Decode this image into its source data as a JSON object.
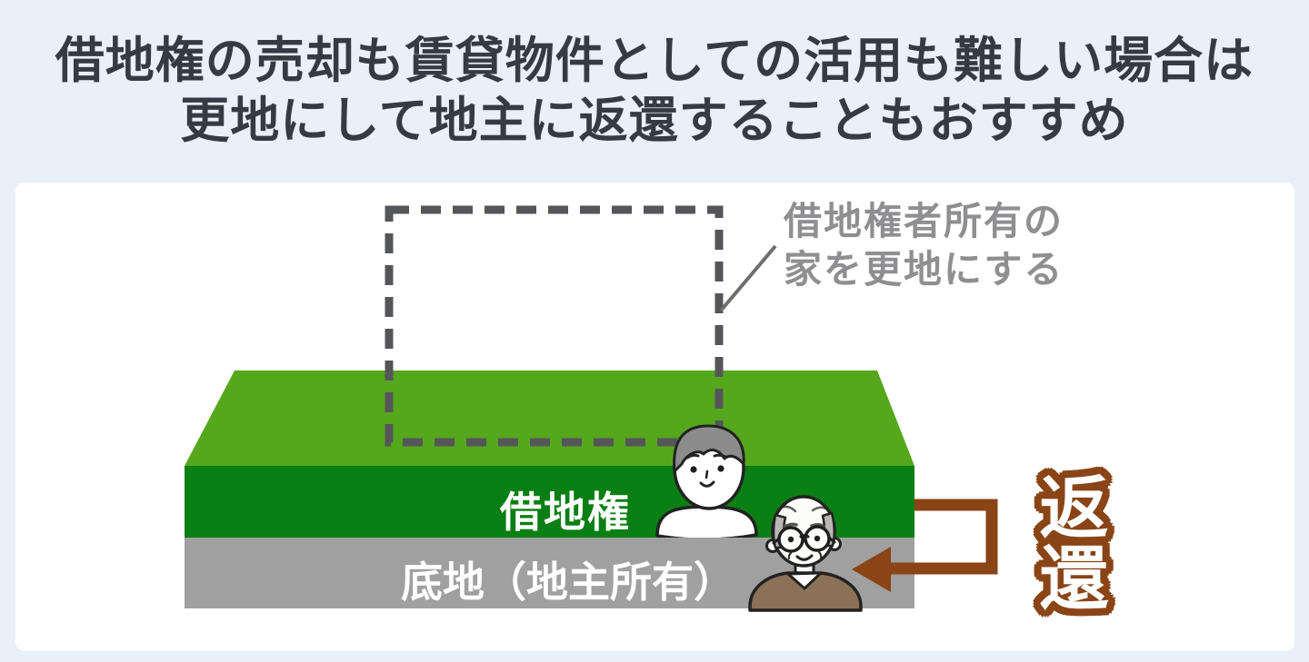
{
  "title": {
    "line1": "借地権の売却も賃貸物件としての活用も難しい場合は",
    "line2": "更地にして地主に返還することもおすすめ"
  },
  "diagram": {
    "annotation": {
      "line1": "借地権者所有の",
      "line2": "家を更地にする"
    },
    "leasehold_label": "借地権",
    "land_label": "底地（地主所有）",
    "return_label": "返還",
    "colors": {
      "page_background": "#e9f0fa",
      "panel_background": "#ffffff",
      "title_text": "#343b44",
      "land_top_green": "#55a71c",
      "leasehold_green": "#0a7f14",
      "land_gray": "#a0a0a0",
      "dashed_outline": "#555659",
      "annotation_text": "#8f8f91",
      "return_brown": "#8a4416",
      "landlord_sweater": "#8b7157"
    }
  }
}
